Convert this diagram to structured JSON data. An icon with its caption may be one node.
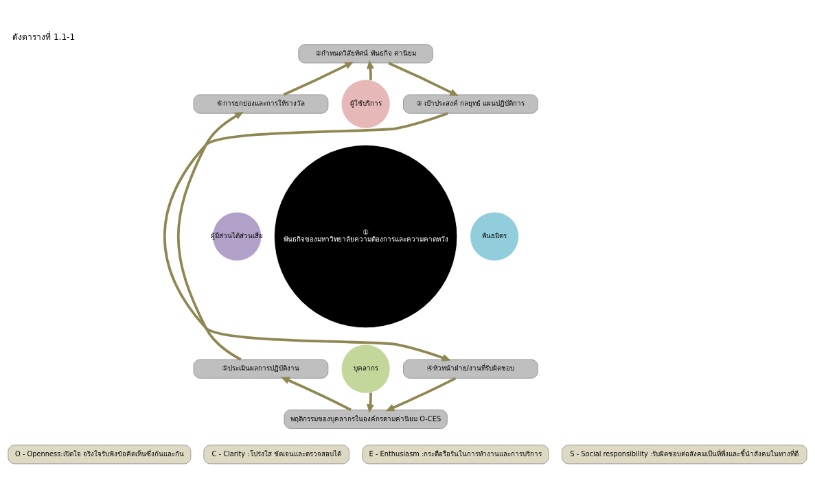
{
  "diagram": {
    "title": "ดังตารางที่ 1.1-1",
    "nodes": [
      {
        "text": [
          "②กำหนดวิสัยทัศน์ พันธกิจ ค่านิยม"
        ]
      },
      {
        "text": [
          "③ เป้าประสงค์ กลยุทธ์ แผนปฏิบัติการ"
        ]
      },
      {
        "text": [
          "④หัวหน้าฝ่าย/งานที่รับผิดชอบ"
        ]
      },
      {
        "text": [
          "พฤติกรรมของบุคลากรในองค์กรตามค่านิยม O-CES"
        ]
      },
      {
        "text": [
          "⑤ประเมินผลการปฏิบัติงาน"
        ]
      },
      {
        "text": [
          "⑥การยกย่องและการให้รางวัล"
        ]
      },
      {
        "text": [
          "①",
          "พันธกิจของมหาวิทยาลัยความต้องการและความคาดหวัง"
        ]
      },
      {
        "text": [
          "ผู้ใช้บริการ"
        ]
      },
      {
        "text": [
          "ผู้มีส่วนได้ส่วนเสีย"
        ]
      },
      {
        "text": [
          "พันธมิตร"
        ]
      },
      {
        "text": [
          "บุคลากร"
        ]
      },
      {
        "text": [
          "O - Openness:เปิดใจ จริงใจรับฟังข้อคิดเห็นซึ่งกันและกัน"
        ]
      },
      {
        "text": [
          "C - Clarity :โปร่งใส ชัดเจนและตรวจสอบได้"
        ]
      },
      {
        "text": [
          "E - Enthusiasm :กระตือรือร้นในการทำงานและการบริการ"
        ]
      },
      {
        "text": [
          "S - Social responsibility :รับผิดชอบต่อสังคมเป็นที่พึ่งและชี้นำสังคมในทางที่ดี"
        ]
      }
    ],
    "edges": [
      {
        "from": 5,
        "to": 0,
        "arrow": "to"
      },
      {
        "from": 0,
        "to": 1,
        "arrow": "to"
      },
      {
        "from": 1,
        "to": 2,
        "arrow": "to"
      },
      {
        "from": 2,
        "to": 3,
        "arrow": "to"
      },
      {
        "from": 3,
        "to": 4,
        "arrow": "to"
      },
      {
        "from": 4,
        "to": 5,
        "arrow": "to"
      },
      {
        "from": 7,
        "to": 0,
        "arrow": "to"
      },
      {
        "from": 10,
        "to": 3,
        "arrow": "to"
      }
    ]
  }
}
